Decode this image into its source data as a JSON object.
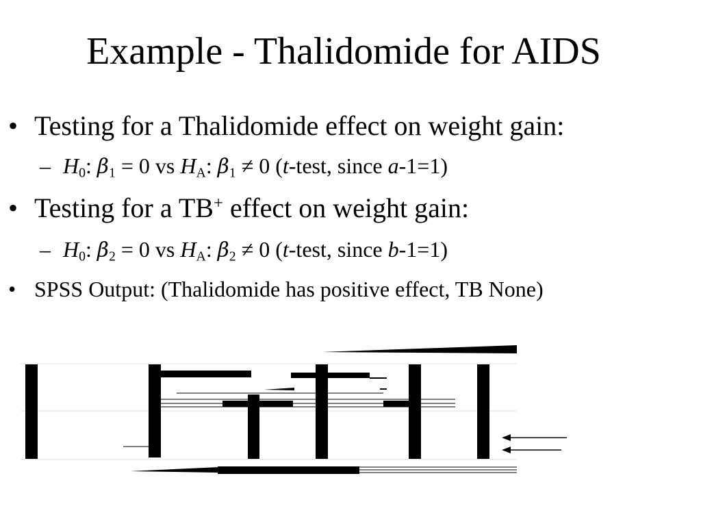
{
  "slide": {
    "title": "Example - Thalidomide for AIDS",
    "bullet_char": "•",
    "dash_char": "–",
    "bullet1": "Testing for a Thalidomide effect on weight gain:",
    "hyp1": {
      "h": "H",
      "h_sub": "0",
      "colon1": ": ",
      "beta": "β",
      "beta_sub": "1",
      "eq_part": " = 0  vs ",
      "ha": "H",
      "ha_sub": "A",
      "colon2": ": ",
      "beta2": "β",
      "beta2_sub": "1",
      "neq_part": " ≠ 0  (",
      "t": "t",
      "tail_a": "-test, since ",
      "var": "a",
      "tail_b": "-1=1)"
    },
    "bullet2_pre": "Testing for a TB",
    "bullet2_sup": "+",
    "bullet2_post": " effect on weight gain:",
    "hyp2": {
      "h": "H",
      "h_sub": "0",
      "colon1": ": ",
      "beta": "β",
      "beta_sub": "2",
      "eq_part": " = 0  vs ",
      "ha": "H",
      "ha_sub": "A",
      "colon2": ": ",
      "beta2": "β",
      "beta2_sub": "2",
      "neq_part": " ≠ 0  (",
      "t": "t",
      "tail_a": "-test, since ",
      "var": "b",
      "tail_b": "-1=1)"
    },
    "bullet3": "SPSS Output: (Thalidomide has positive effect, TB None)"
  },
  "image": {
    "description_visible": "corrupted SPSS output table graphic with two arrows"
  }
}
